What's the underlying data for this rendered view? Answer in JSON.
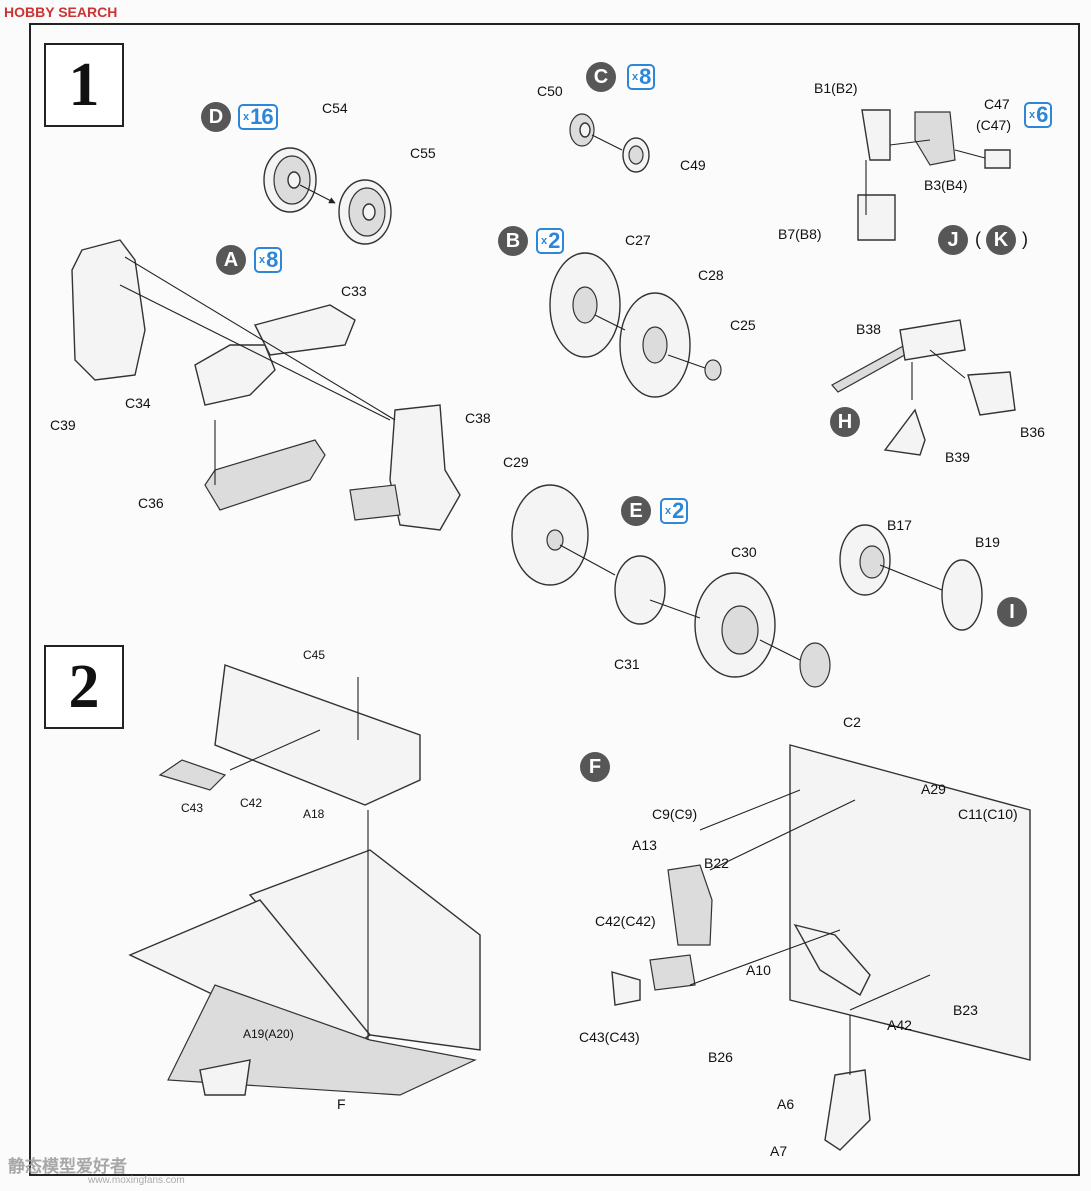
{
  "watermark_top": "HOBBY SEARCH",
  "watermark_bottom": "静态模型爱好者",
  "watermark_url": "www.moxingfans.com",
  "steps": [
    "1",
    "2"
  ],
  "badges": {
    "D": "D",
    "A": "A",
    "C": "C",
    "B": "B",
    "J": "J",
    "K": "K",
    "H": "H",
    "E": "E",
    "I": "I",
    "F": "F"
  },
  "multipliers": {
    "D": {
      "x": "x",
      "n": "16"
    },
    "A": {
      "x": "x",
      "n": "8"
    },
    "C": {
      "x": "x",
      "n": "8"
    },
    "B": {
      "x": "x",
      "n": "2"
    },
    "J": {
      "x": "x",
      "n": "6"
    },
    "E": {
      "x": "x",
      "n": "2"
    }
  },
  "parens": {
    "open": "(",
    "close": ")"
  },
  "labels": {
    "C54": "C54",
    "C55": "C55",
    "C50": "C50",
    "C49": "C49",
    "B1B2": "B1(B2)",
    "C47a": "C47",
    "C47b": "(C47)",
    "B3B4": "B3(B4)",
    "B7B8": "B7(B8)",
    "C33": "C33",
    "C34": "C34",
    "C39": "C39",
    "C36": "C36",
    "C38": "C38",
    "C27": "C27",
    "C28": "C28",
    "C25": "C25",
    "B38": "B38",
    "B36": "B36",
    "B39": "B39",
    "C29": "C29",
    "C30": "C30",
    "C31": "C31",
    "C2": "C2",
    "B17": "B17",
    "B19": "B19",
    "C45": "C45",
    "C43": "C43",
    "C42": "C42",
    "A18": "A18",
    "A19A20": "A19(A20)",
    "F": "F",
    "C9C9": "C9(C9)",
    "A13": "A13",
    "B22": "B22",
    "A29": "A29",
    "C11C10": "C11(C10)",
    "C42C42": "C42(C42)",
    "A10": "A10",
    "C43C43": "C43(C43)",
    "A42": "A42",
    "B23": "B23",
    "B26": "B26",
    "A6": "A6",
    "A7": "A7"
  }
}
